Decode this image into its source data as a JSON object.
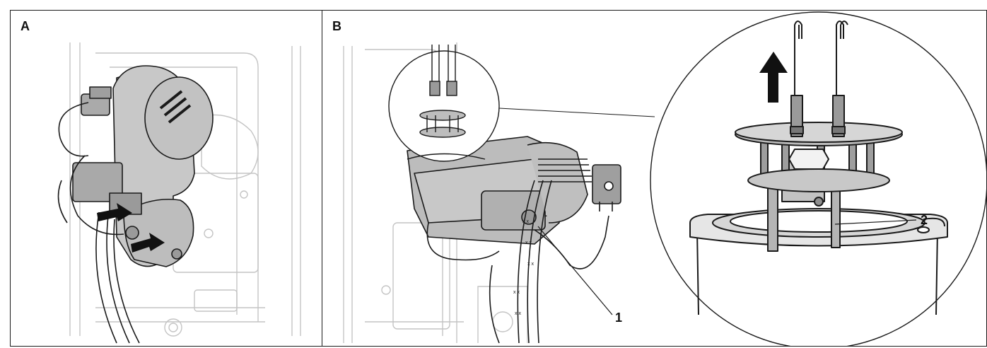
{
  "panels": {
    "a": {
      "letter": "A"
    },
    "b": {
      "letter": "B",
      "callouts": {
        "one": "1",
        "two": "2"
      }
    }
  },
  "colors": {
    "line": "#1a1a1a",
    "part_fill": "#c8c8c8",
    "part_dark": "#9a9a9a",
    "background_lines": "#c4c4c4",
    "arrow": "#111111"
  }
}
